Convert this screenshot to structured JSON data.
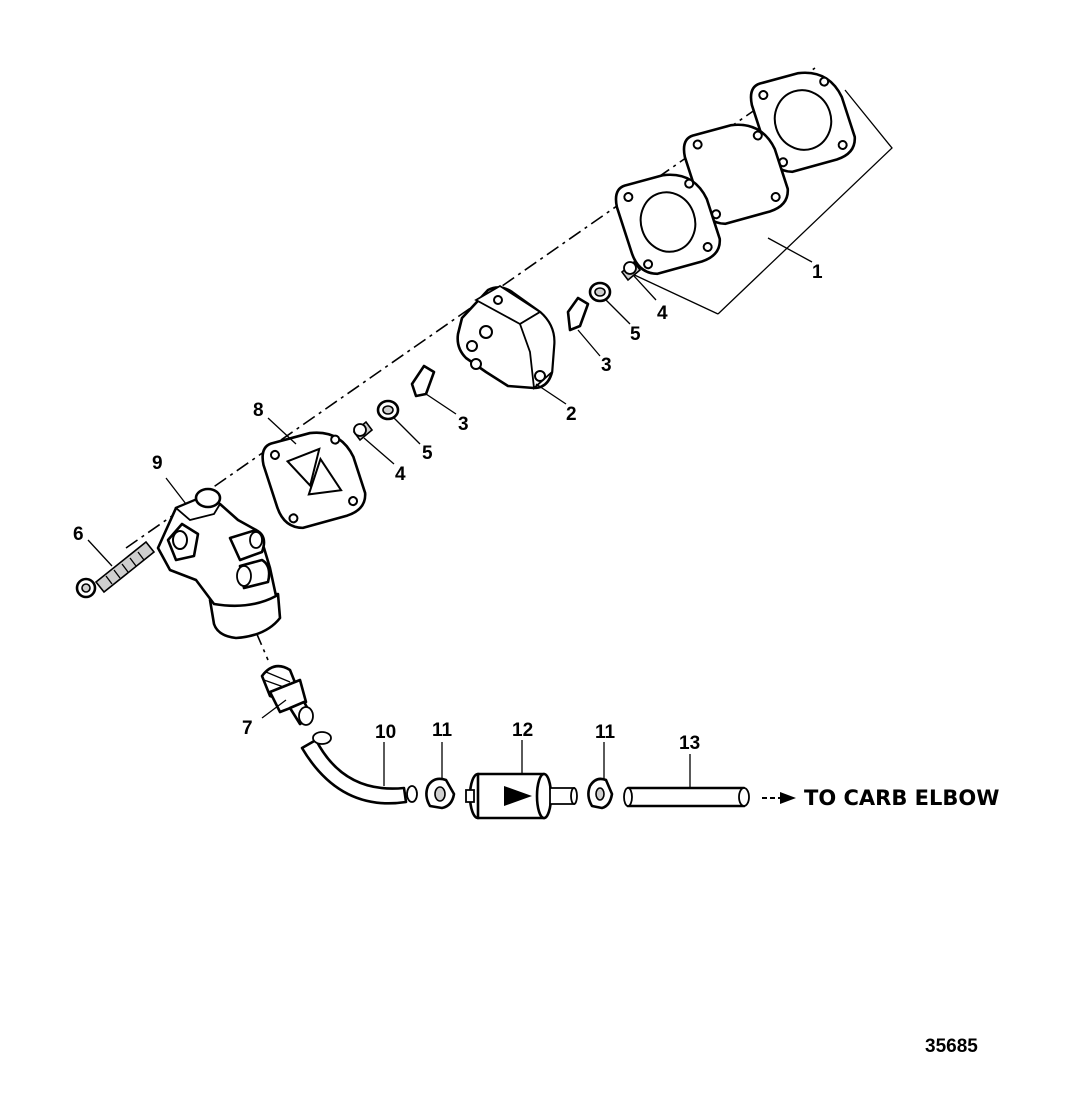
{
  "callouts": {
    "c1": "1",
    "c2": "2",
    "c3a": "3",
    "c3b": "3",
    "c4a": "4",
    "c4b": "4",
    "c5a": "5",
    "c5b": "5",
    "c6": "6",
    "c7": "7",
    "c8": "8",
    "c9": "9",
    "c10": "10",
    "c11a": "11",
    "c11b": "11",
    "c12": "12",
    "c13": "13"
  },
  "destination_label": "TO CARB ELBOW",
  "figure_number": "35685"
}
